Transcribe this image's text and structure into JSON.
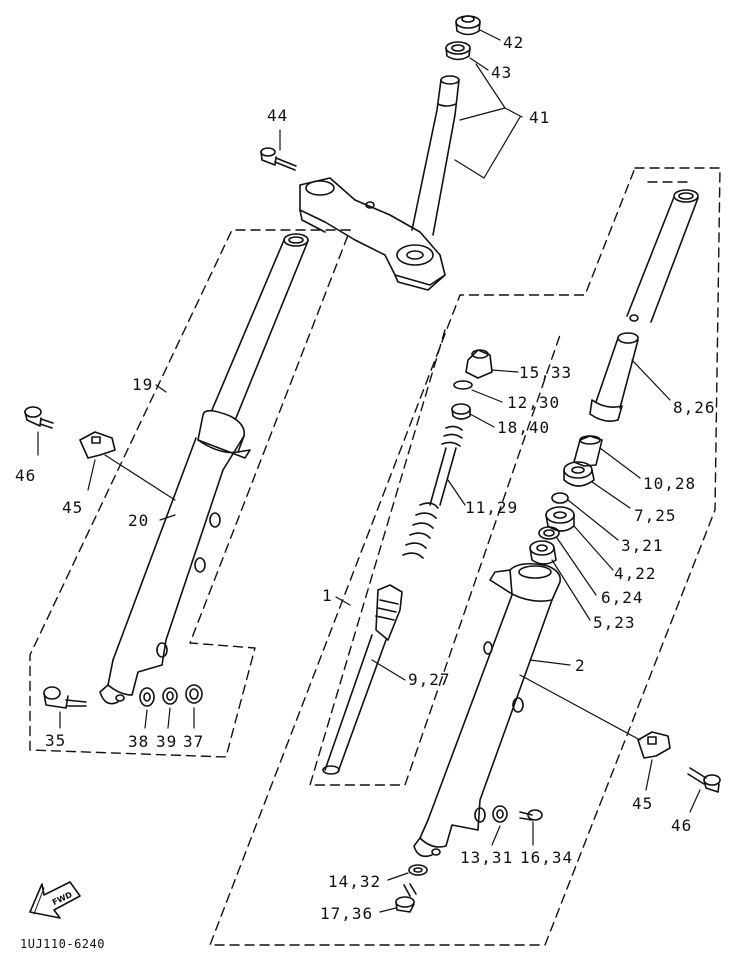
{
  "labels": {
    "p42": "42",
    "p43": "43",
    "p41": "41",
    "p44": "44",
    "p19": "19",
    "p46_left": "46",
    "p45_left": "45",
    "p20": "20",
    "p35": "35",
    "p38": "38",
    "p39": "39",
    "p37": "37",
    "p15_33": "15,33",
    "p12_30": "12,30",
    "p18_40": "18,40",
    "p8_26": "8,26",
    "p11_29": "11,29",
    "p10_28": "10,28",
    "p7_25": "7,25",
    "p3_21": "3,21",
    "p4_22": "4,22",
    "p6_24": "6,24",
    "p5_23": "5,23",
    "p1": "1",
    "p2": "2",
    "p9_27": "9,27",
    "p45_right": "45",
    "p46_right": "46",
    "p13_31": "13,31",
    "p16_34": "16,34",
    "p14_32": "14,32",
    "p17_36": "17,36"
  },
  "fwd_arrow_text": "FWD",
  "drawing_code": "1UJ110-6240"
}
